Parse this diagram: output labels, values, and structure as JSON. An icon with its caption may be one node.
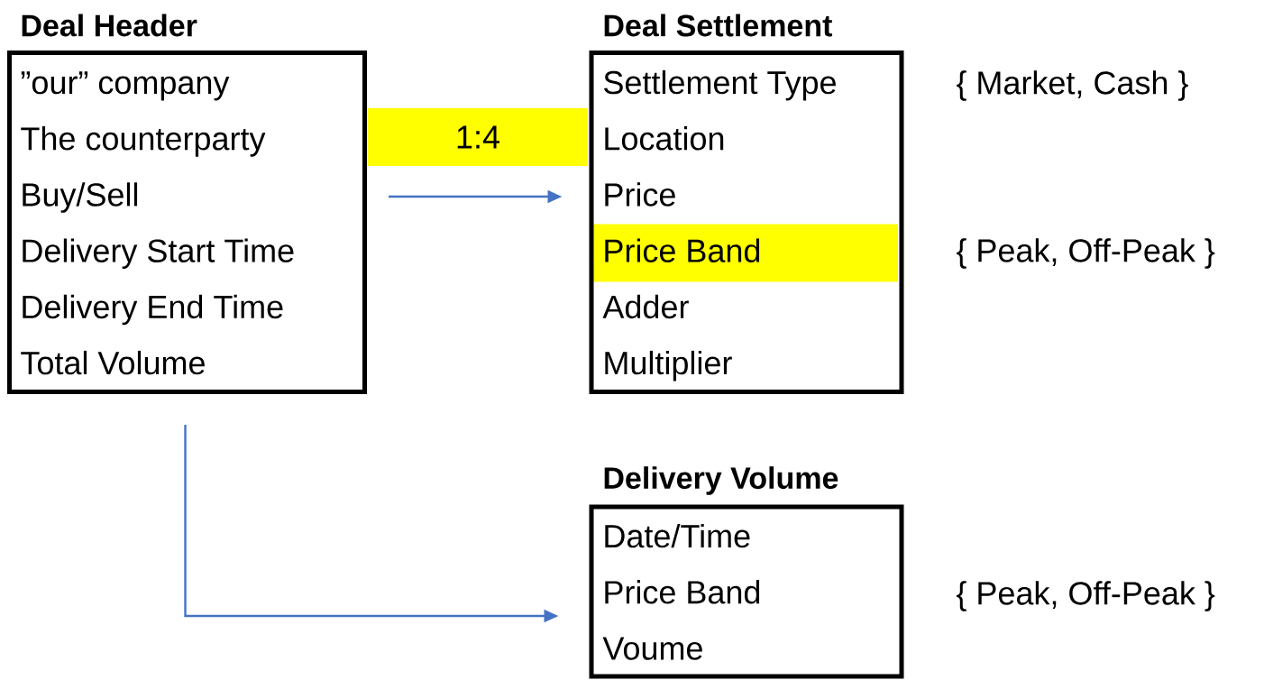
{
  "diagram": {
    "nodes": [
      {
        "text": [
          "Deal Header",
          "”our” company",
          "The counterparty",
          "Buy/Sell",
          "Delivery Start Time",
          "Delivery End Time",
          "Total Volume"
        ]
      },
      {
        "text": [
          "Deal Settlement",
          "Settlement Type",
          "Location",
          "Price",
          "Price Band",
          "Adder",
          "Multiplier"
        ]
      },
      {
        "text": [
          "Delivery Volume",
          "Date/Time",
          "Price Band",
          "Voume"
        ]
      }
    ],
    "edges": [
      {
        "from": 0,
        "to": 1,
        "arrow": "to",
        "label": "1:4"
      },
      {
        "from": 0,
        "to": 2,
        "arrow": "to"
      }
    ],
    "labels": [
      "{ Market, Cash }",
      "{ Peak, Off-Peak }",
      "{ Peak, Off-Peak }"
    ]
  }
}
